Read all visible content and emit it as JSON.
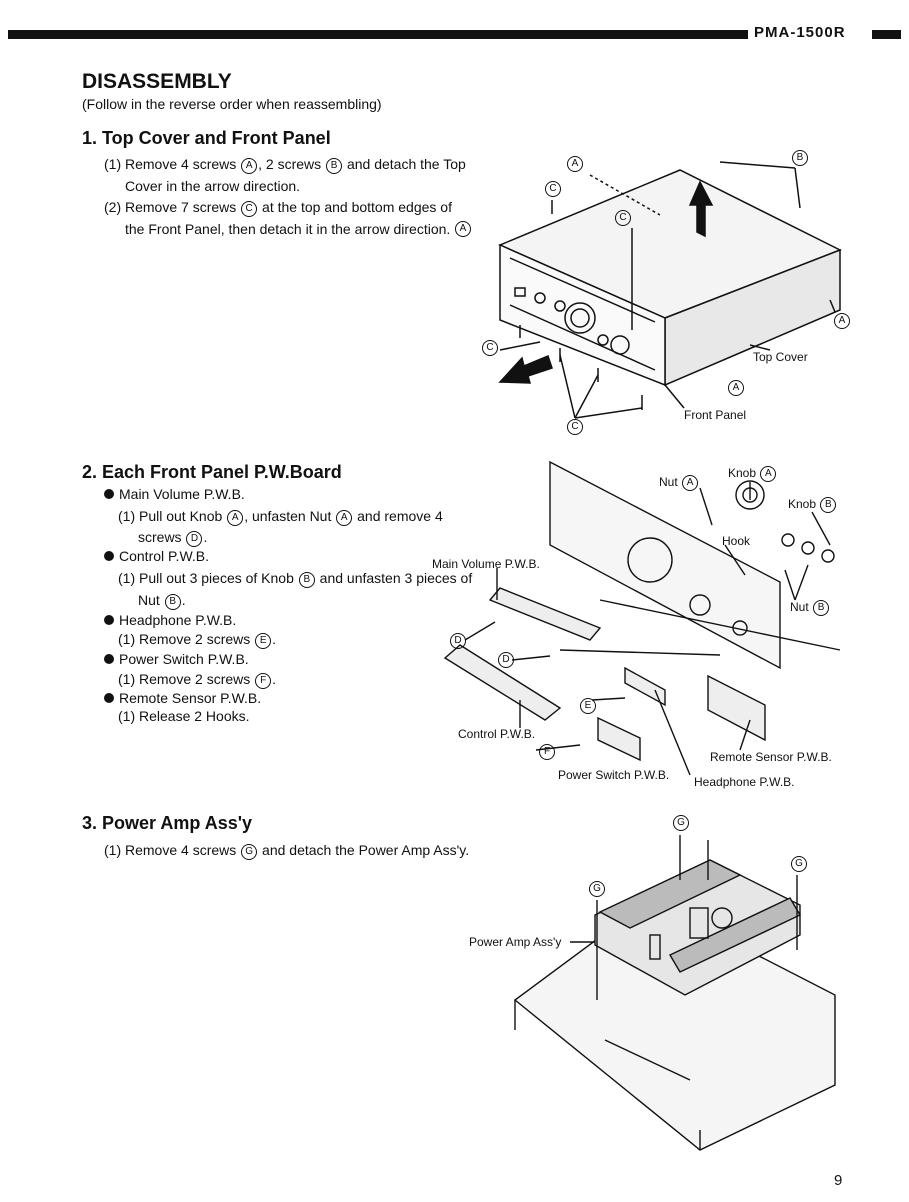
{
  "header": {
    "model": "PMA-1500R"
  },
  "title": "DISASSEMBLY",
  "subtitle": "(Follow in the reverse order when reassembling)",
  "sec1": {
    "heading": "1. Top Cover and Front Panel",
    "s1a": "(1) Remove 4 screws",
    "s1b": ", 2 screws",
    "s1c": "and detach the Top",
    "s1d": "Cover in the arrow direction.",
    "s2a": "(2) Remove 7 screws",
    "s2b": "at the top and bottom edges of",
    "s2c": "the Front Panel, then detach it in the arrow direction."
  },
  "sec2": {
    "heading": "2. Each Front Panel P.W.Board",
    "main_vol": "Main Volume P.W.B.",
    "mv1a": "(1) Pull out Knob",
    "mv1b": ", unfasten Nut",
    "mv1c": "and remove 4",
    "mv1d": "screws",
    "control": "Control P.W.B.",
    "c1a": "(1) Pull out 3 pieces of Knob",
    "c1b": "and unfasten 3 pieces of",
    "c1c": "Nut",
    "headphone": "Headphone P.W.B.",
    "h1": "(1) Remove 2 screws",
    "power": "Power Switch P.W.B.",
    "p1": "(1) Remove 2 screws",
    "remote": "Remote Sensor P.W.B.",
    "r1": "(1) Release 2 Hooks."
  },
  "sec3": {
    "heading": "3. Power Amp Ass'y",
    "s1a": "(1) Remove 4 screws",
    "s1b": "and detach the Power Amp Ass'y."
  },
  "letters": {
    "a": "A",
    "b": "B",
    "c": "C",
    "d": "D",
    "e": "E",
    "f": "F",
    "g": "G"
  },
  "diagram1": {
    "top_cover": "Top Cover",
    "front_panel": "Front Panel"
  },
  "diagram2": {
    "nut_a": "Nut",
    "knob_a": "Knob",
    "knob_b": "Knob",
    "hook": "Hook",
    "main_vol": "Main Volume P.W.B.",
    "nut_b": "Nut",
    "control": "Control P.W.B.",
    "remote": "Remote Sensor P.W.B.",
    "power": "Power Switch P.W.B.",
    "headphone": "Headphone P.W.B."
  },
  "diagram3": {
    "power_amp": "Power Amp Ass'y"
  },
  "page_number": "9"
}
